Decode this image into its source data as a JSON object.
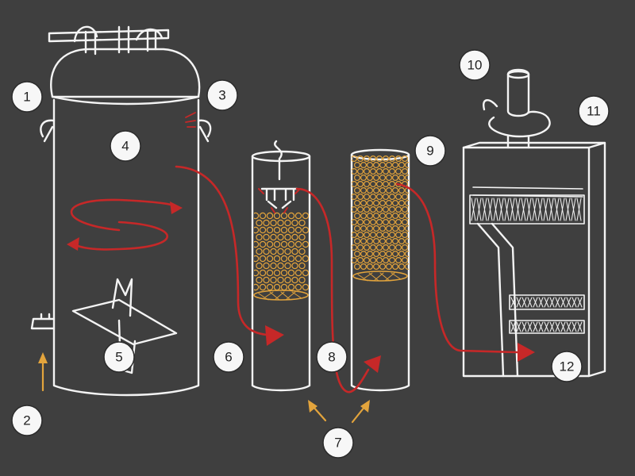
{
  "labels": [
    "1",
    "2",
    "3",
    "4",
    "5",
    "6",
    "7",
    "8",
    "9",
    "10",
    "11",
    "12"
  ],
  "colors": {
    "background": "#3f3f3f",
    "line": "#f4f4f4",
    "flow_arrow": "#c62828",
    "pointer_arrow": "#e3a43c",
    "beads": "#e3a43c",
    "label_fill": "#f7f7f7"
  }
}
